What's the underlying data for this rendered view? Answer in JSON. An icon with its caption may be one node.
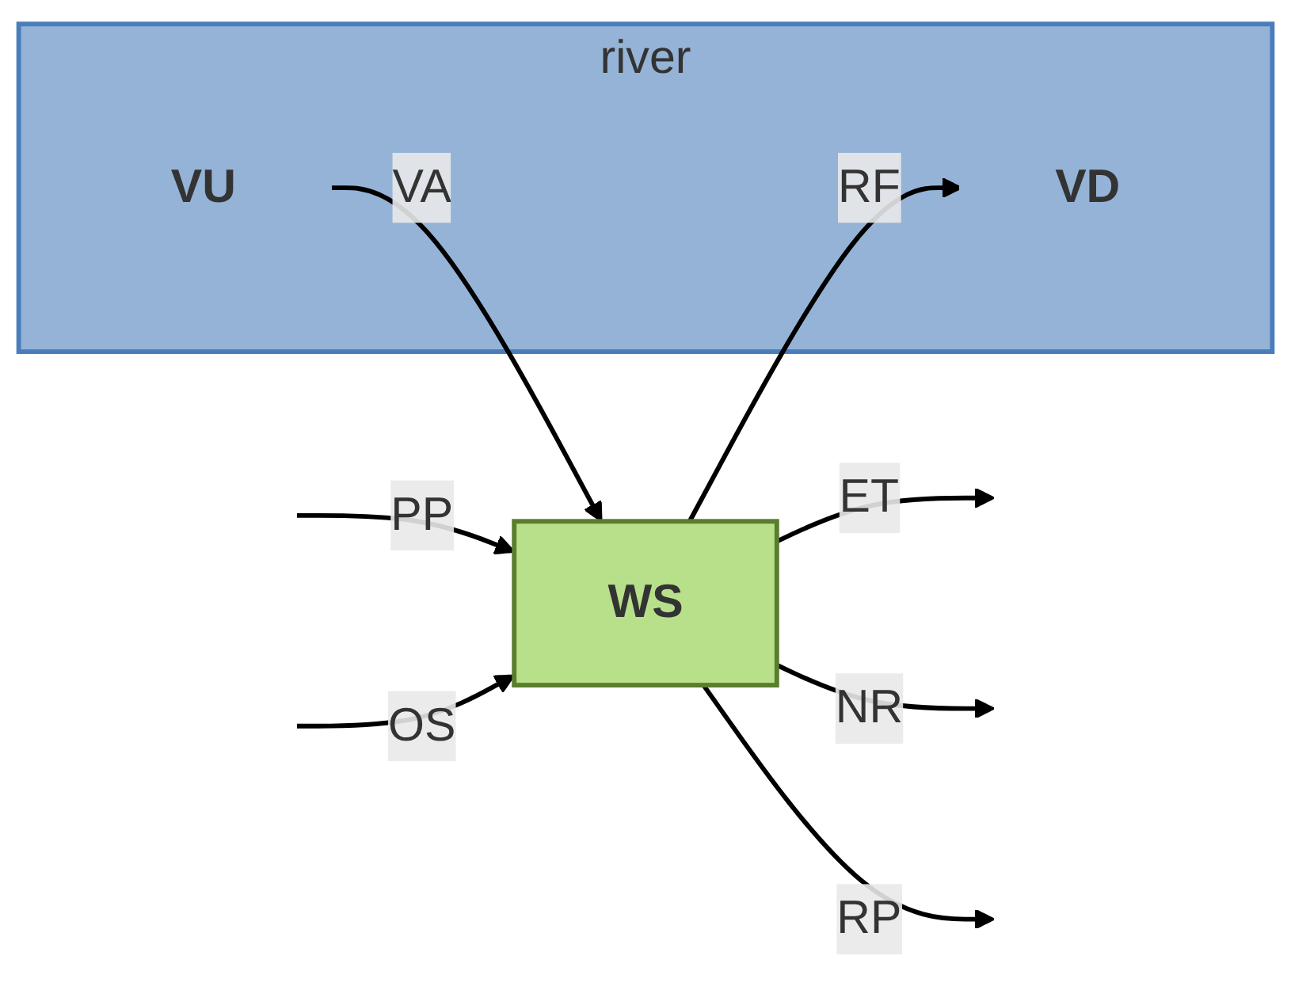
{
  "diagram": {
    "nodes": [
      {
        "text": [
          "river"
        ]
      },
      {
        "text": [
          "VU"
        ],
        "in": 0
      },
      {
        "text": [
          "VD"
        ],
        "in": 0
      },
      {
        "text": [
          "WS"
        ]
      }
    ],
    "edges": [
      {
        "from": 1,
        "to": 3,
        "arrow": "to",
        "label": "VA"
      },
      {
        "from": 3,
        "to": 2,
        "arrow": "to",
        "label": "RF"
      },
      {
        "from": null,
        "to": 3,
        "arrow": "to",
        "label": "PP"
      },
      {
        "from": null,
        "to": 3,
        "arrow": "to",
        "label": "OS"
      },
      {
        "from": 3,
        "to": null,
        "arrow": "to",
        "label": "ET"
      },
      {
        "from": 3,
        "to": null,
        "arrow": "to",
        "label": "NR"
      },
      {
        "from": 3,
        "to": null,
        "arrow": "to",
        "label": "RP"
      }
    ]
  }
}
